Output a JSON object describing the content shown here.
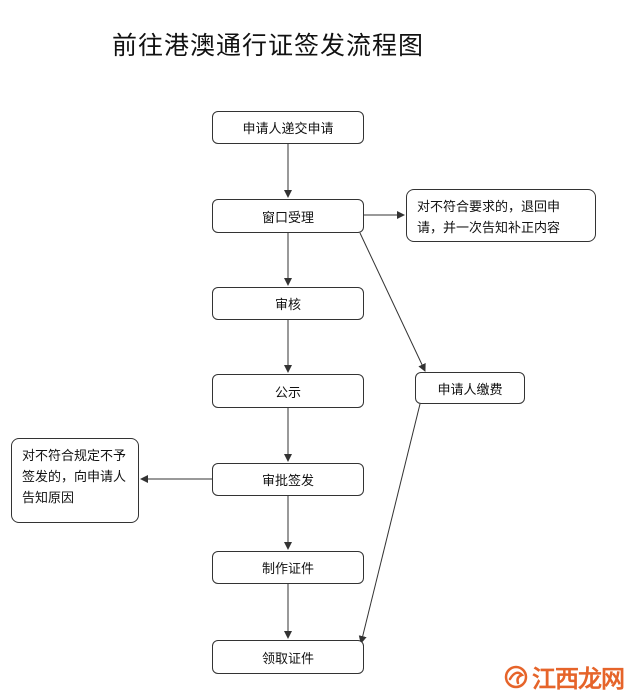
{
  "title": "前往港澳通行证签发流程图",
  "steps": [
    "申请人递交申请",
    "窗口受理",
    "审核",
    "公示",
    "审批签发",
    "制作证件",
    "领取证件"
  ],
  "fee_box": "申请人缴费",
  "notes": {
    "return_application": "对不符合要求的，退回申请，并一次告知补正内容",
    "refuse_issue": "对不符合规定不予签发的，向申请人告知原因"
  },
  "watermark": "江西龙网",
  "colors": {
    "line": "#333333",
    "watermark": "#e6642a"
  }
}
